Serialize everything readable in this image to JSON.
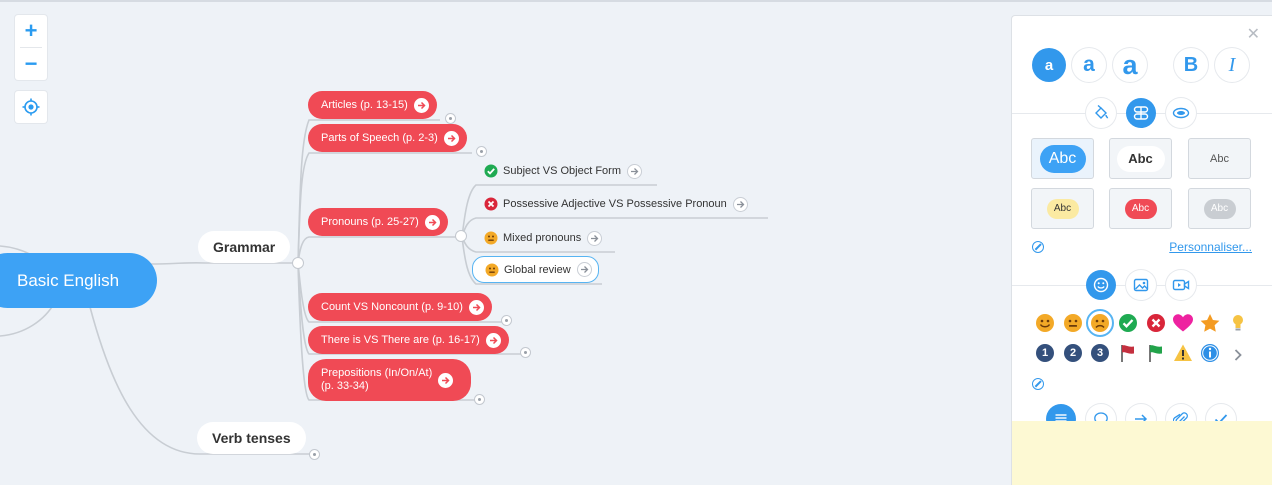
{
  "zoom": {
    "in_label": "+",
    "out_label": "−"
  },
  "map": {
    "root": "Basic English",
    "branches": {
      "grammar": "Grammar",
      "verb_tenses": "Verb tenses"
    },
    "grammar_children": [
      {
        "label": "Articles (p. 13-15)"
      },
      {
        "label": "Parts of Speech (p. 2-3)"
      },
      {
        "label": "Pronouns (p. 25-27)"
      },
      {
        "label": "Count VS Noncount (p. 9-10)"
      },
      {
        "label": "There is VS There are (p. 16-17)"
      },
      {
        "label": "Prepositions (In/On/At)\n(p. 33-34)"
      }
    ],
    "pronoun_children": [
      {
        "label": "Subject VS Object Form",
        "icon": "check-icon"
      },
      {
        "label": "Possessive Adjective VS Possessive Pronoun",
        "icon": "cross-icon"
      },
      {
        "label": "Mixed pronouns",
        "icon": "neutral-face-icon"
      },
      {
        "label": "Global review",
        "icon": "neutral-face-icon"
      }
    ],
    "colors": {
      "root": "#3da2f5",
      "node": "#f04a55",
      "branch": "#ffffff",
      "selection": "#57b4f2"
    }
  },
  "panel": {
    "text_size_labels": [
      "a",
      "a",
      "a"
    ],
    "bold_label": "B",
    "italic_label": "I",
    "style_previews": [
      "Abc",
      "Abc",
      "Abc",
      "Abc",
      "Abc",
      "Abc"
    ],
    "customize_label": "Personnaliser...",
    "icon_numbers": [
      "1",
      "2",
      "3"
    ],
    "accent": "#3298ec",
    "note_color": "#fdf9d3"
  }
}
